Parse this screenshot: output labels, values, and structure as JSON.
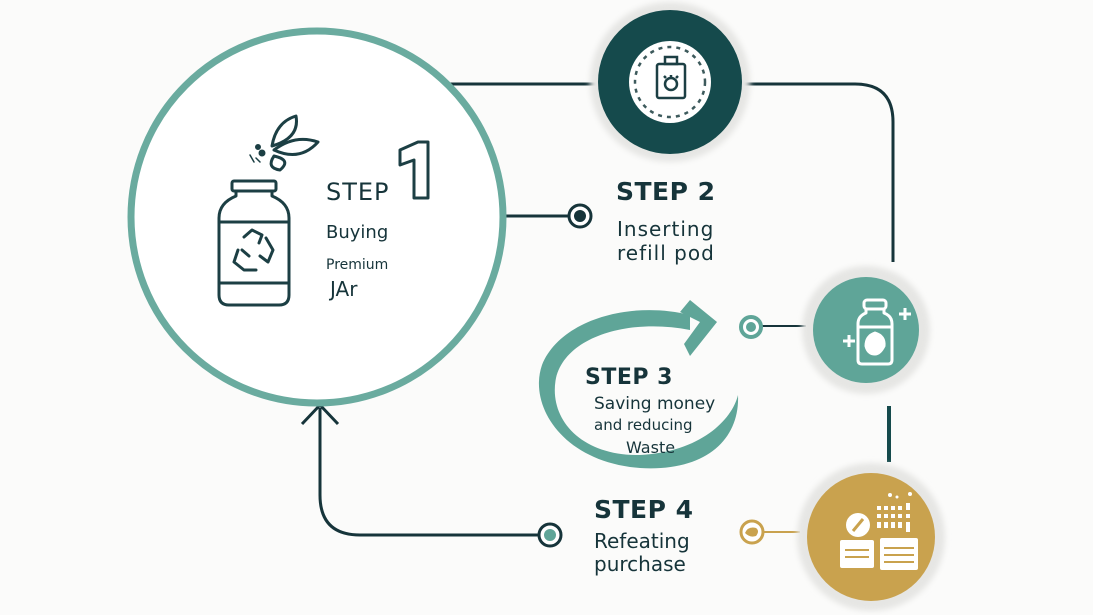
{
  "title": "Refill jar cycle",
  "colors": {
    "teal": "#5fa598",
    "dark_teal": "#154a4c",
    "navy": "#16343a",
    "gold": "#c9a24e",
    "halo": "#ececea"
  },
  "steps": [
    {
      "id": 1,
      "step_label": "STEP",
      "number": "1",
      "lines": [
        "Buying",
        "Premium",
        "JAr"
      ],
      "icon": "jar-recycle-icon"
    },
    {
      "id": 2,
      "title": "STEP 2",
      "lines": [
        "Inserting",
        "refill pod"
      ],
      "icon": "refill-pod-icon"
    },
    {
      "id": 3,
      "title": "STEP 3",
      "lines": [
        "Saving money",
        "and reducing",
        "Waste"
      ],
      "icon": "jar-plus-icon"
    },
    {
      "id": 4,
      "title": "STEP 4",
      "lines": [
        "Refeating",
        "purchase"
      ],
      "icon": "purchase-chart-icon"
    }
  ]
}
